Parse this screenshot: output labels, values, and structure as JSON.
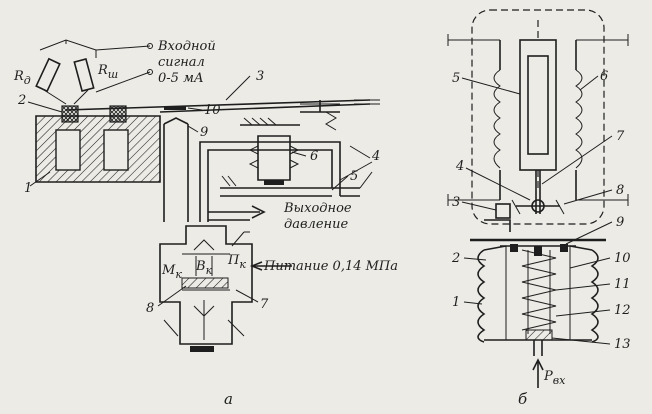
{
  "left": {
    "input_signal": [
      "Входной",
      "сигнал",
      "0-5 мА"
    ],
    "r_d": "R",
    "r_d_sub": "д",
    "r_sh": "R",
    "r_sh_sub": "ш",
    "output_pressure": [
      "Выходное",
      "давление"
    ],
    "supply": "Питание 0,14 МПа",
    "mk": "М",
    "mk_sub": "к",
    "vk": "В",
    "vk_sub": "к",
    "pk": "П",
    "pk_sub": "к",
    "numbers": [
      "1",
      "2",
      "3",
      "4",
      "5",
      "6",
      "7",
      "8",
      "9",
      "10"
    ],
    "caption": "а"
  },
  "right": {
    "numbers": [
      "1",
      "2",
      "3",
      "4",
      "5",
      "6",
      "7",
      "8",
      "9",
      "10",
      "11",
      "12",
      "13"
    ],
    "p_in": "P",
    "p_in_sub": "вх",
    "caption": "б"
  }
}
